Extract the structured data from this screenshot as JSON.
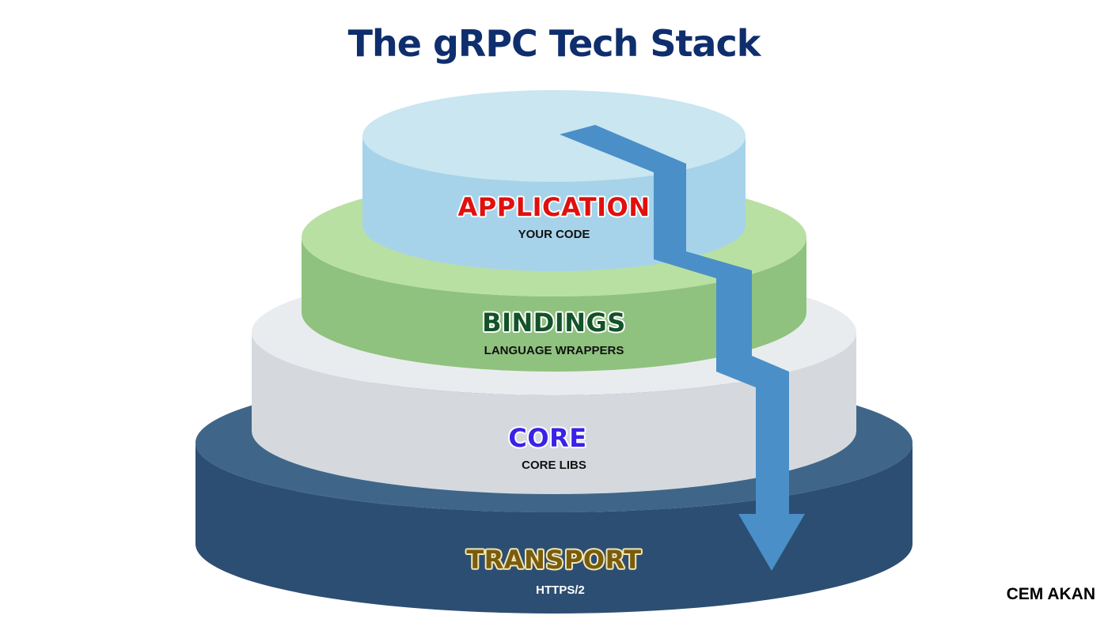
{
  "title": "The gRPC Tech Stack",
  "credit": "CEM AKAN",
  "colors": {
    "title": "#0f2e6e",
    "application_top": "#c9e6f1",
    "application_side": "#a6d3ea",
    "bindings_top": "#b9e0a3",
    "bindings_side": "#8fc27e",
    "core_top": "#e9ecef",
    "core_side": "#d5d9de",
    "transport_top": "#3f6688",
    "transport_side": "#2c4e72",
    "arrow": "#4a8fc7"
  },
  "layers": [
    {
      "id": "application",
      "name": "APPLICATION",
      "description": "YOUR CODE",
      "name_color": "#e0100e",
      "outline": "#ffffff"
    },
    {
      "id": "bindings",
      "name": "BINDINGS",
      "description": "LANGUAGE WRAPPERS",
      "name_color": "#14522a",
      "outline": "#ffffff"
    },
    {
      "id": "core",
      "name": "CORE",
      "description": "CORE LIBS",
      "name_color": "#3a22e6",
      "outline": "#ffffff"
    },
    {
      "id": "transport",
      "name": "TRANSPORT",
      "description": "HTTPS/2",
      "name_color": "#7a5c0e",
      "outline": "#f3e6b4",
      "description_color": "#ffffff"
    }
  ]
}
